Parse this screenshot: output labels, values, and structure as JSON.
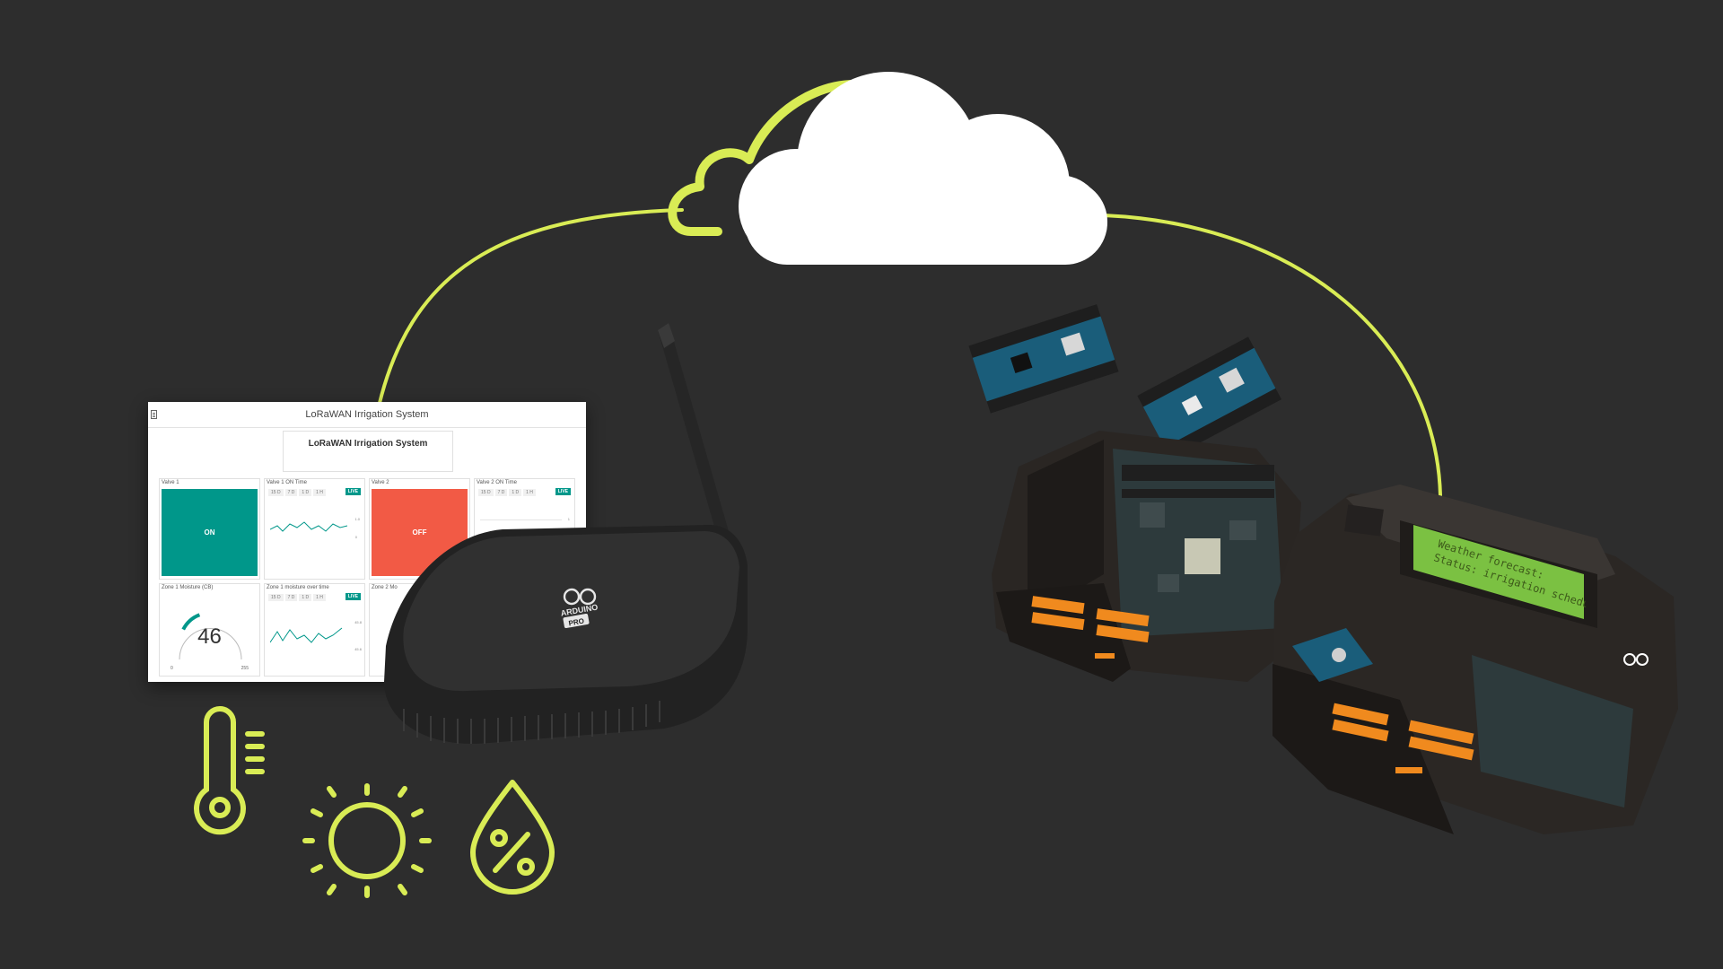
{
  "colors": {
    "background": "#2d2d2d",
    "accent_lime": "#d9ec55",
    "cloud": "#ffffff",
    "valve_on": "#00978a",
    "valve_off": "#f25a45",
    "device_body": "#2b2b2b",
    "connector_orange": "#f08a1e",
    "lcd_green": "#7bc142"
  },
  "icons": [
    "cloud-icon",
    "thermometer-icon",
    "sun-icon",
    "humidity-drop-icon"
  ],
  "dashboard": {
    "window_title": "LoRaWAN Irrigation System",
    "title": "LoRaWAN Irrigation System",
    "valve1": {
      "label": "Valve 1",
      "state": "ON"
    },
    "valve1_time": {
      "label": "Valve 1 ON Time",
      "tabs": [
        "15 D",
        "7 D",
        "1 D",
        "1 H"
      ],
      "live": "LIVE",
      "axis_top": "1.0",
      "axis_bottom": "0"
    },
    "valve2": {
      "label": "Valve 2",
      "state": "OFF"
    },
    "valve2_time": {
      "label": "Valve 2 ON Time",
      "tabs": [
        "15 D",
        "7 D",
        "1 D",
        "1 H"
      ],
      "live": "LIVE",
      "axis_top": "1"
    },
    "zone1_moisture": {
      "label": "Zone 1 Moisture (CB)",
      "value": "46",
      "min": "0",
      "max": "255",
      "level": 0.18
    },
    "zone1_time": {
      "label": "Zone 1 moisture over time",
      "tabs": [
        "15 D",
        "7 D",
        "1 D",
        "1 H"
      ],
      "live": "LIVE",
      "axis_top": "45.8",
      "axis_bottom": "45.6"
    },
    "zone2_moisture": {
      "label": "Zone 2 Mo"
    }
  },
  "gateway": {
    "brand": "ARDUINO",
    "badge": "PRO"
  },
  "controller": {
    "lcd_line1": "Weather forecast: ",
    "lcd_line2": "Status: irrigation schedu"
  }
}
